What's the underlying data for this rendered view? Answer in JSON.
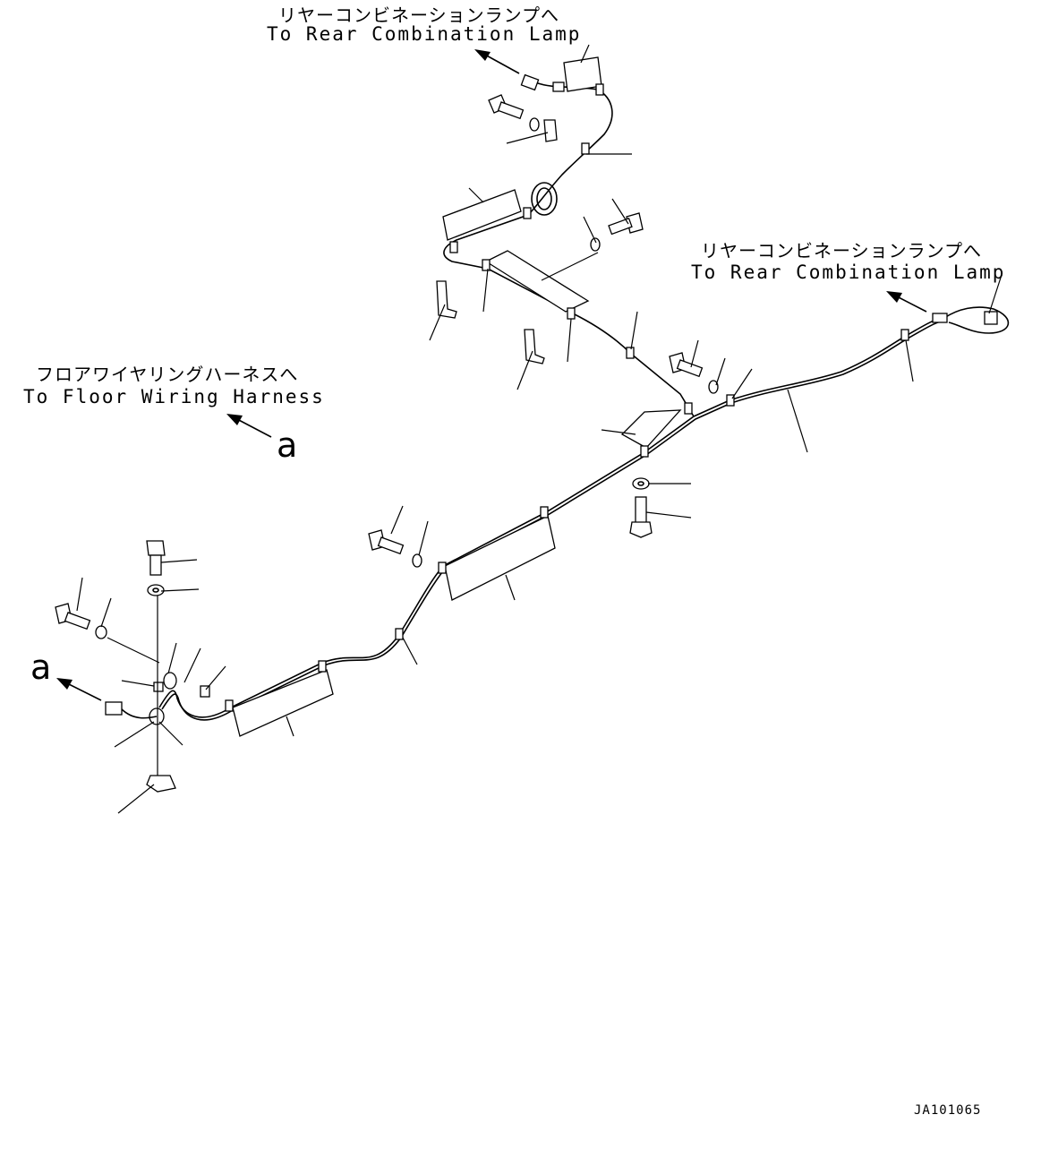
{
  "labels": {
    "top_jp": "リヤーコンビネーションランプへ",
    "top_en": "To Rear Combination Lamp",
    "right_jp": "リヤーコンビネーションランプへ",
    "right_en": "To Rear Combination Lamp",
    "left_jp": "フロアワイヤリングハーネスへ",
    "left_en": "To Floor Wiring Harness",
    "ref_a_upper": "a",
    "ref_a_lower": "a",
    "drawing_code": "JA101065"
  }
}
